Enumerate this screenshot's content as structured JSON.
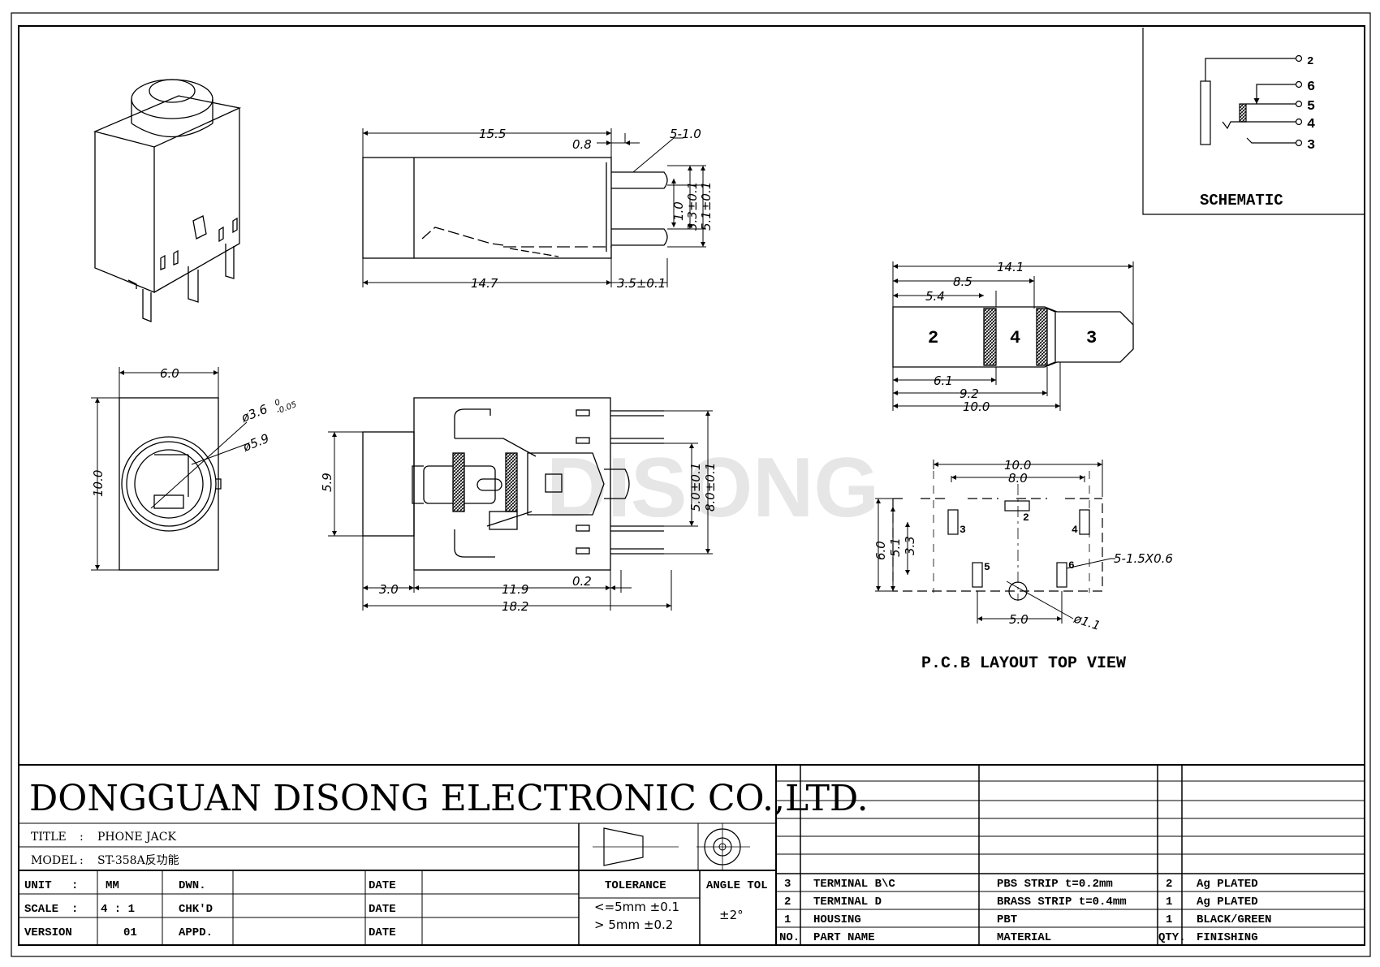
{
  "company": "DONGGUAN DISONG ELECTRONIC CO.,LTD.",
  "watermark": "DISONG",
  "title_label": "TITLE",
  "title_value": "PHONE JACK",
  "model_label": "MODEL",
  "model_value": "ST-358A反功能",
  "colon": ":",
  "info": {
    "unit_label": "UNIT",
    "unit_value": "MM",
    "scale_label": "SCALE",
    "scale_value": "4 : 1",
    "version_label": "VERSION",
    "version_value": "01",
    "dwn": "DWN.",
    "chkd": "CHK'D",
    "appd": "APPD.",
    "date": "DATE"
  },
  "tolerance": {
    "label": "TOLERANCE",
    "line1": "<=5mm ±0.1",
    "line2": "> 5mm ±0.2",
    "angle_label": "ANGLE TOL",
    "angle_value": "±2°"
  },
  "bom": {
    "headers": [
      "NO.",
      "PART NAME",
      "MATERIAL",
      "QTY.",
      "FINISHING"
    ],
    "rows": [
      [
        "1",
        "HOUSING",
        "PBT",
        "1",
        "BLACK/GREEN"
      ],
      [
        "2",
        "TERMINAL D",
        "BRASS STRIP  t=0.4mm",
        "1",
        "Ag PLATED"
      ],
      [
        "3",
        "TERMINAL B\\C",
        "PBS STRIP  t=0.2mm",
        "2",
        "Ag PLATED"
      ]
    ]
  },
  "schematic": {
    "title": "SCHEMATIC",
    "pins": [
      "2",
      "6",
      "5",
      "4",
      "3"
    ]
  },
  "plug": {
    "segments": [
      "2",
      "4",
      "3"
    ],
    "dims": [
      "14.1",
      "8.5",
      "5.4",
      "6.1",
      "9.2",
      "10.0"
    ]
  },
  "pcb": {
    "title": "P.C.B LAYOUT TOP VIEW",
    "pin_labels": [
      "2",
      "3",
      "4",
      "5",
      "6"
    ],
    "dims": [
      "10.0",
      "8.0",
      "6.0",
      "5.1",
      "3.3",
      "5.0",
      "5-1.5X0.6",
      "ø1.1"
    ]
  },
  "side_view": {
    "dims": [
      "15.5",
      "0.8",
      "5-1.0",
      "1.0",
      "3.3±0.1",
      "5.1±0.1",
      "14.7",
      "3.5±0.1"
    ]
  },
  "front_view": {
    "dims": [
      "6.0",
      "10.0",
      "ø3.6",
      "0",
      "-0.05",
      "ø5.9"
    ]
  },
  "top_view": {
    "dims": [
      "5.9",
      "5.0±0.1",
      "8.0±0.1",
      "3.0",
      "11.9",
      "0.2",
      "18.2"
    ]
  }
}
